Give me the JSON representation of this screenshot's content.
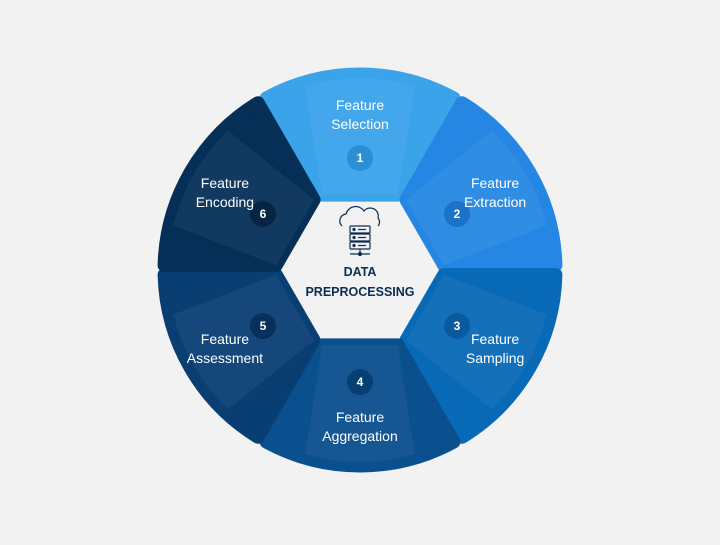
{
  "title": {
    "line1": "DATA",
    "line2": "PREPROCESSING"
  },
  "center_icon": "server-cloud-icon",
  "segments": [
    {
      "number": "1",
      "line1": "Feature",
      "line2": "Selection",
      "color": "#3aa3ea",
      "num_color": "#2c8ed3"
    },
    {
      "number": "2",
      "line1": "Feature",
      "line2": "Extraction",
      "color": "#2587e3",
      "num_color": "#1a73c9"
    },
    {
      "number": "3",
      "line1": "Feature",
      "line2": "Sampling",
      "color": "#0869b6",
      "num_color": "#0a5aa0"
    },
    {
      "number": "4",
      "line1": "Feature",
      "line2": "Aggregation",
      "color": "#0a4f8e",
      "num_color": "#083f73"
    },
    {
      "number": "5",
      "line1": "Feature",
      "line2": "Assessment",
      "color": "#093e73",
      "num_color": "#07305c"
    },
    {
      "number": "6",
      "line1": "Feature",
      "line2": "Encoding",
      "color": "#062f57",
      "num_color": "#062544"
    }
  ]
}
